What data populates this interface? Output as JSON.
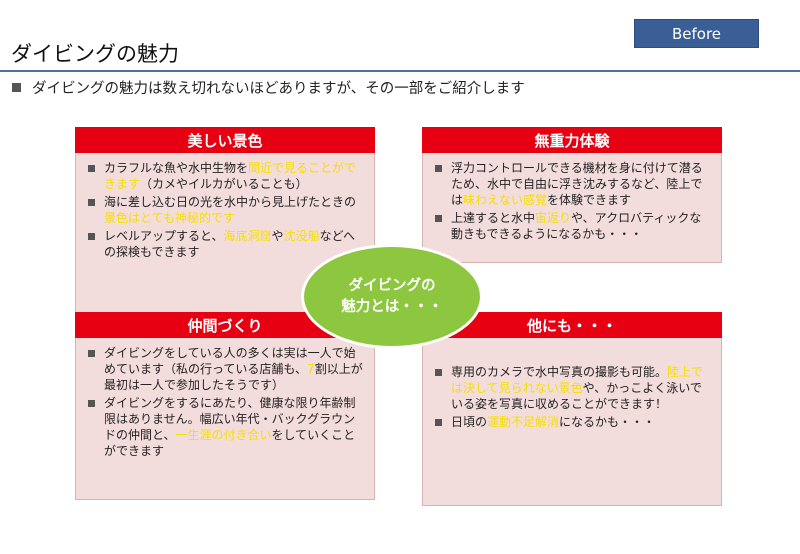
{
  "badge": "Before",
  "title": "ダイビングの魅力",
  "subtitle": "ダイビングの魅力は数え切れないほどありますが、その一部をご紹介します",
  "center": {
    "line1": "ダイビングの",
    "line2": "魅力とは・・・"
  },
  "panels": [
    {
      "header": "美しい景色",
      "items": [
        {
          "parts": [
            "カラフルな魚や水中生物を",
            "間近で見ることができます",
            "（カメやイルカがいることも）"
          ]
        },
        {
          "parts": [
            "海に差し込む日の光を水中から見上げたときの",
            "景色はとても神秘的です",
            ""
          ]
        },
        {
          "parts": [
            "レベルアップすると、",
            "海底洞窟",
            "や",
            "沈没船",
            "などへの探検もできます"
          ]
        }
      ]
    },
    {
      "header": "無重力体験",
      "items": [
        {
          "parts": [
            "浮力コントロールできる機材を身に付けて潜るため、水中で自由に浮き沈みするなど、陸上では",
            "味わえない感覚",
            "を体験できます"
          ]
        },
        {
          "parts": [
            "上達すると水中",
            "宙返り",
            "や、アクロバティックな動きもできるようになるかも・・・"
          ]
        }
      ]
    },
    {
      "header": "仲間づくり",
      "items": [
        {
          "parts": [
            "ダイビングをしている人の多くは実は一人で始めています（私の行っている店舗も、",
            "7",
            "割以上が最初は一人で参加したそうです）"
          ]
        },
        {
          "parts": [
            "ダイビングをするにあたり、健康な限り年齢制限はありません。幅広い年代・バックグラウンドの仲間と、",
            "一生涯の付き合い",
            "をしていくことができます"
          ]
        }
      ]
    },
    {
      "header": "他にも・・・",
      "items": [
        {
          "parts": [
            "専用のカメラで水中写真の撮影も可能。",
            "陸上では決して見られない景色",
            "や、かっこよく泳いでいる姿を写真に収めることができます！"
          ]
        },
        {
          "parts": [
            "日頃の",
            "運動不足解消",
            "になるかも・・・"
          ]
        }
      ]
    }
  ]
}
